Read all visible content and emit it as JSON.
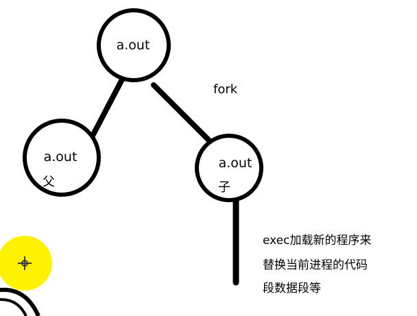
{
  "diagram": {
    "root_node": {
      "label": "a.out"
    },
    "parent_node": {
      "label": "a.out",
      "role": "父"
    },
    "child_node": {
      "label": "a.out",
      "role": "子"
    },
    "edge_label": "fork",
    "exec_note": {
      "lines": [
        "exec加载新的程序来",
        "替换当前进程的代码",
        "段数据段等"
      ]
    }
  },
  "colors": {
    "ink": "#000000",
    "background": "#ffffff",
    "cursor_highlight": "#fff200",
    "cursor_crosshair": "#3a3a3a"
  },
  "icons": {
    "cursor": "crosshair-cursor-icon"
  }
}
